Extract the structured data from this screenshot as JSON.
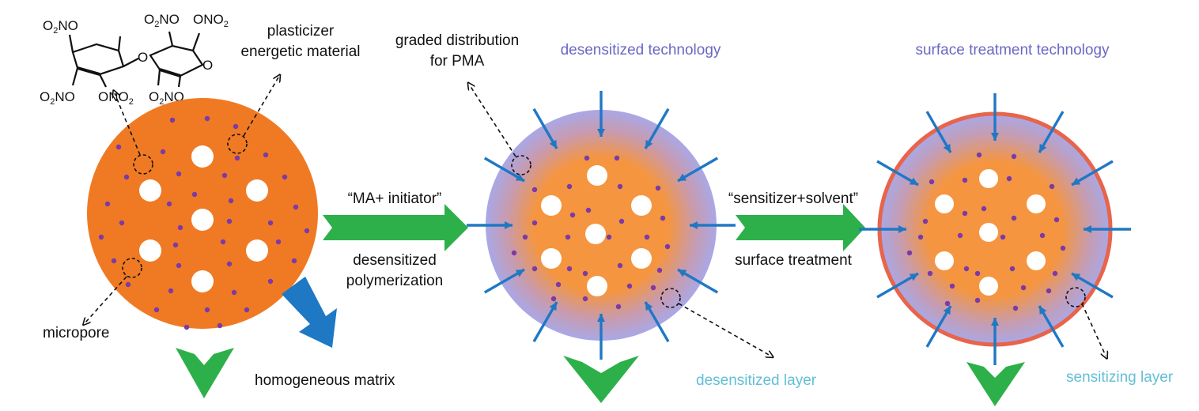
{
  "chemistry": {
    "groups": [
      "O2NO",
      "O2NO",
      "ONO2",
      "O2NO",
      "ONO2",
      "O2NO",
      "O"
    ]
  },
  "labels": {
    "plasticizer": "plasticizer",
    "energetic_material": "energetic material",
    "micropore": "micropore",
    "homogeneous_matrix": "homogeneous matrix",
    "graded_1": "graded distribution",
    "graded_2": "for PMA",
    "desensitized_technology": "desensitized technology",
    "surface_treatment_technology": "surface treatment technology",
    "ma_initiator": "“MA+ initiator”",
    "desensitized_polymerization_1": "desensitized",
    "desensitized_polymerization_2": "polymerization",
    "sensitizer_solvent": "“sensitizer+solvent”",
    "surface_treatment": "surface treatment",
    "desensitized_layer": "desensitized layer",
    "sensitizing_layer": "sensitizing layer"
  },
  "colors": {
    "core_orange": "#f07a23",
    "inner_orange": "#f5953f",
    "halo_purple": "#a9a8e6",
    "rim_red": "#e8644a",
    "dot_purple": "#7a3aa8",
    "arrow_blue": "#1f78c4",
    "arrow_green": "#2db04a",
    "label_blue": "#6a68c4",
    "label_cyan": "#62bfd6"
  }
}
